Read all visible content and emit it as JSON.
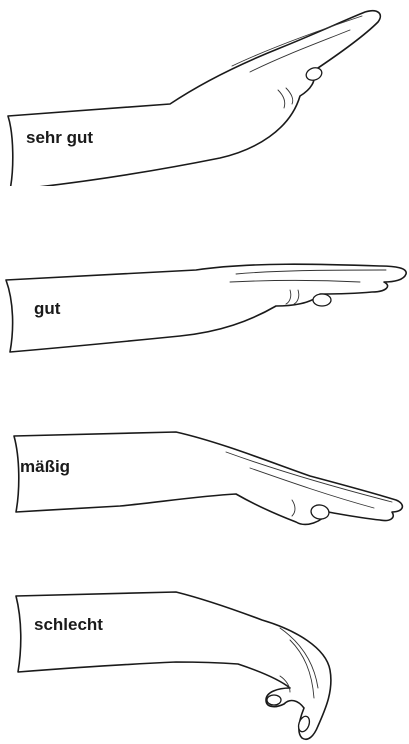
{
  "panels": [
    {
      "label": "sehr gut"
    },
    {
      "label": "gut"
    },
    {
      "label": "mäßig"
    },
    {
      "label": "schlecht"
    }
  ]
}
